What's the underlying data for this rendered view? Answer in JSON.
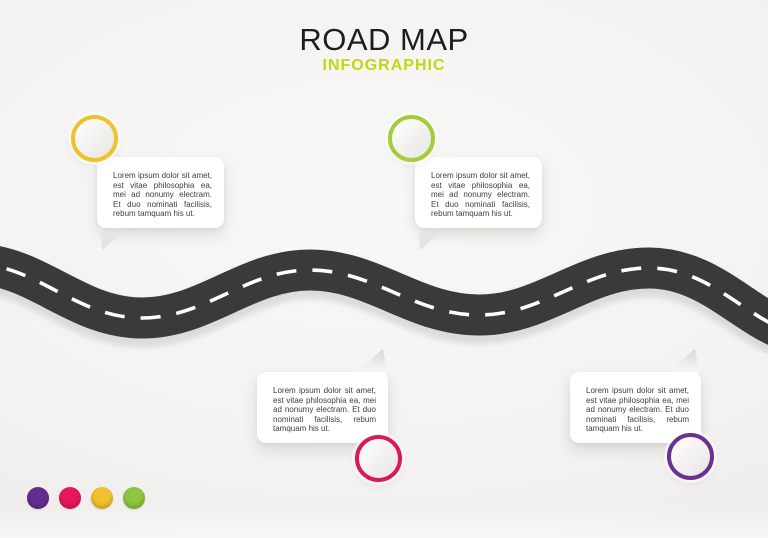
{
  "header": {
    "title": "ROAD MAP",
    "subtitle": "INFOGRAPHIC"
  },
  "milestones": [
    {
      "id": 1,
      "position": "top-left",
      "marker_color": "#eec32a",
      "text": "Lorem ipsum dolor sit amet, est vitae philosophia ea, mei ad nonumy electram. Et duo nominati facilisis, rebum tamquam his ut."
    },
    {
      "id": 2,
      "position": "top-right",
      "marker_color": "#a4cc3b",
      "text": "Lorem ipsum dolor sit amet, est vitae philosophia ea, mei ad nonumy electram. Et duo nominati facilisis, rebum tamquam his ut."
    },
    {
      "id": 3,
      "position": "bottom-left",
      "marker_color": "#d8195e",
      "text": "Lorem ipsum dolor sit amet, est vitae philosophia ea, mei ad nonumy electram. Et duo nominati facilisis, rebum tamquam his ut."
    },
    {
      "id": 4,
      "position": "bottom-right",
      "marker_color": "#6b3090",
      "text": "Lorem ipsum dolor sit amet, est vitae philosophia ea, mei ad nonumy electram. Et duo nominati facilisis, rebum tamquam his ut."
    }
  ],
  "legend_dots": [
    {
      "name": "purple",
      "color": "#662d91"
    },
    {
      "name": "pink",
      "color": "#e8175d"
    },
    {
      "name": "yellow",
      "color": "#f2c12d"
    },
    {
      "name": "green",
      "color": "#8dc63f"
    }
  ],
  "colors": {
    "title": "#1d1d1d",
    "subtitle-accent": "#c3d60e",
    "road": "#3a3a3a",
    "road-dash": "#ffffff",
    "road-shadow": "#cfcecb"
  }
}
